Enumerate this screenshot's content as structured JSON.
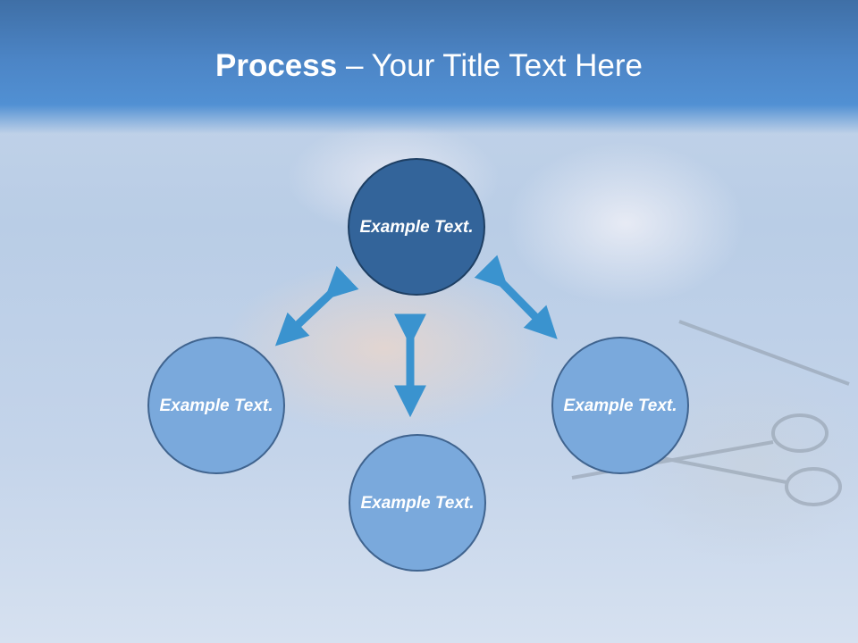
{
  "title": {
    "bold": "Process",
    "rest": " – Your Title Text Here"
  },
  "nodes": {
    "center": {
      "label": "Example Text."
    },
    "left": {
      "label": "Example Text."
    },
    "right": {
      "label": "Example Text."
    },
    "bottom": {
      "label": "Example Text."
    }
  },
  "colors": {
    "header": "#4c85c6",
    "center_node": "#33649a",
    "outer_node": "#7aa9dc",
    "arrow": "#3a93cf"
  },
  "icons": {
    "arrows": "double-headed-arrow-icon"
  }
}
